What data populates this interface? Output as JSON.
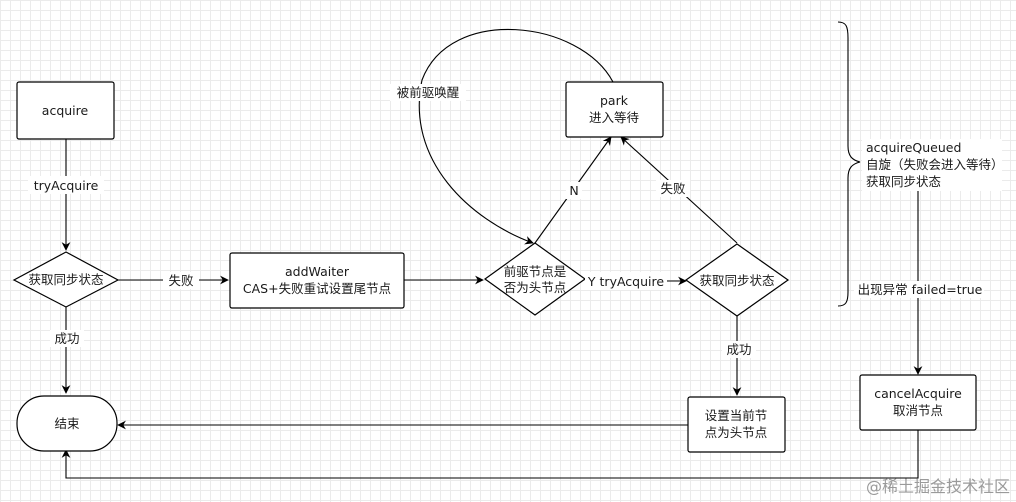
{
  "nodes": {
    "acquire": "acquire",
    "try_acquire_check": "获取同步状态",
    "end": "结束",
    "add_waiter_line1": "addWaiter",
    "add_waiter_line2": "CAS+失败重试设置尾节点",
    "pred_is_head_line1": "前驱节点是",
    "pred_is_head_line2": "否为头节点",
    "park_line1": "park",
    "park_line2": "进入等待",
    "retry_check": "获取同步状态",
    "set_head_line1": "设置当前节",
    "set_head_line2": "点为头节点",
    "cancel_line1": "cancelAcquire",
    "cancel_line2": "取消节点"
  },
  "edge_labels": {
    "try_acquire": "tryAcquire",
    "fail_1": "失败",
    "success_1": "成功",
    "yes_try_acquire": "Y tryAcquire",
    "no": "N",
    "fail_2": "失败",
    "success_2": "成功",
    "woken": "被前驱唤醒",
    "exception": "出现异常 failed=true"
  },
  "annotation": {
    "line1": "acquireQueued",
    "line2": "自旋（失败会进入等待）",
    "line3": "获取同步状态"
  },
  "watermark": "@稀土掘金技术社区"
}
